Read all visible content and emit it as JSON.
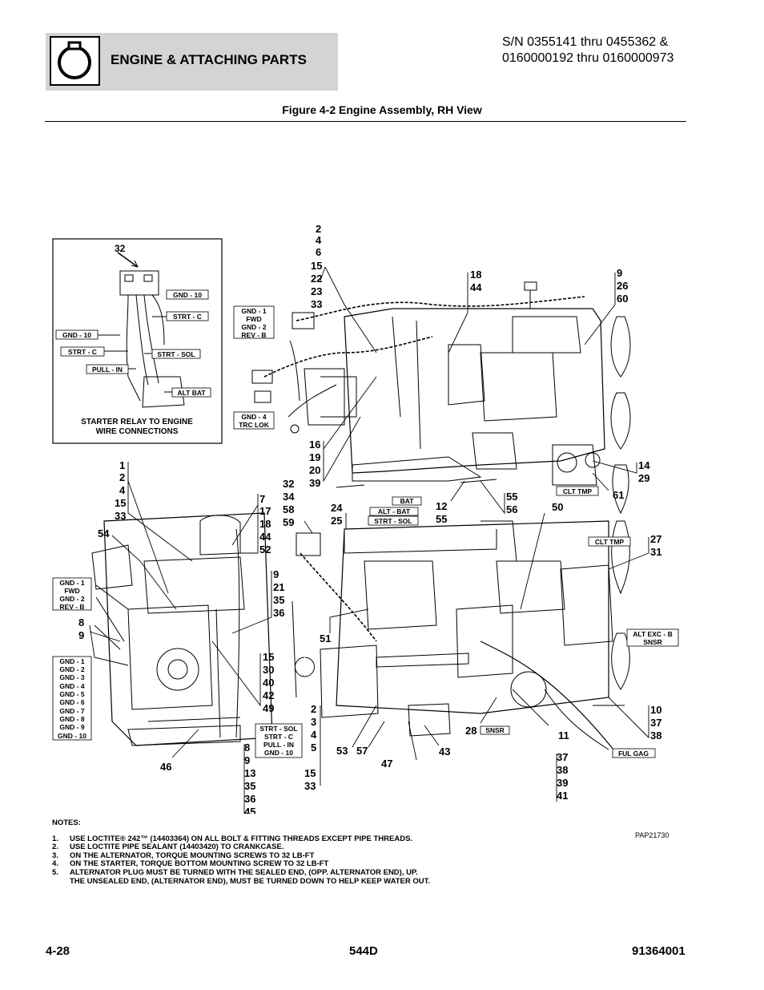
{
  "header": {
    "section_title": "ENGINE & ATTACHING PARTS",
    "serial_line_1": "S/N 0355141 thru 0455362 &",
    "serial_line_2": "0160000192 thru 0160000973"
  },
  "figure": {
    "title": "Figure 4-2 Engine Assembly, RH View",
    "inset_caption_1": "STARTER RELAY TO ENGINE",
    "inset_caption_2": "WIRE CONNECTIONS",
    "drawing_number": "PAP21730"
  },
  "notes": {
    "heading": "NOTES:",
    "items": [
      {
        "num": "1.",
        "text": "USE LOCTITE® 242™ (14403364) ON ALL BOLT & FITTING THREADS EXCEPT PIPE THREADS."
      },
      {
        "num": "2.",
        "text": "USE LOCTITE PIPE SEALANT (14403420) TO CRANKCASE."
      },
      {
        "num": "3.",
        "text": "ON THE ALTERNATOR, TORQUE MOUNTING SCREWS TO 32 LB-FT"
      },
      {
        "num": "4.",
        "text": "ON THE STARTER, TORQUE BOTTOM MOUNTING SCREW TO 32 LB-FT"
      },
      {
        "num": "5.",
        "text": "ALTERNATOR PLUG MUST BE TURNED WITH THE SEALED END, (OPP. ALTERNATOR END), UP."
      },
      {
        "num": "",
        "text": "THE UNSEALED END, (ALTERNATOR END), MUST BE TURNED DOWN TO HELP KEEP WATER OUT."
      }
    ]
  },
  "footer": {
    "page": "4-28",
    "model": "544D",
    "manual": "91364001"
  }
}
